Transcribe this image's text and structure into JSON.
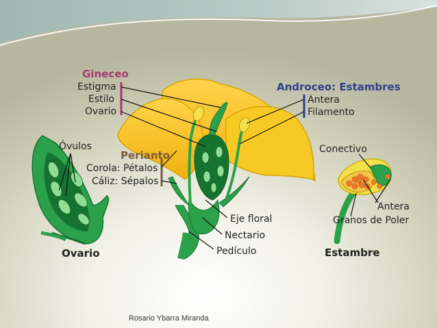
{
  "colors": {
    "gineceo": "#a23a6e",
    "androceo": "#2e3f8a",
    "periantho": "#7a5a3a",
    "petal": "#f6c21b",
    "petal_edge": "#d9a400",
    "green": "#2aa14a",
    "green_dark": "#16732f",
    "green_light": "#7fd48a",
    "anther": "#f4e04a",
    "pollen": "#f07a2a"
  },
  "groups": {
    "gineceo": {
      "title": "Gineceo",
      "items": [
        "Estigma",
        "Estilo",
        "Ovario"
      ]
    },
    "androceo": {
      "title": "Androceo: Estambres",
      "items": [
        "Antera",
        "Filamento"
      ]
    },
    "periantho": {
      "title": "Perianto",
      "items": [
        "Corola: Pétalos",
        "Cáliz: Sépalos"
      ]
    }
  },
  "labels": {
    "ovulos": "Óvulos",
    "conectivo": "Conectivo",
    "antera": "Antera",
    "granos": "Granos de Poler",
    "eje_floral": "Eje floral",
    "nectario": "Nectario",
    "pediculo": "Pedículo"
  },
  "captions": {
    "ovario": "Ovario",
    "estambre": "Estambre"
  },
  "footer": {
    "author": "Rosario Ybarra Miranda"
  },
  "icons": {
    "flower": "flower-diagram",
    "ovary": "ovary-diagram",
    "stamen": "stamen-diagram"
  }
}
